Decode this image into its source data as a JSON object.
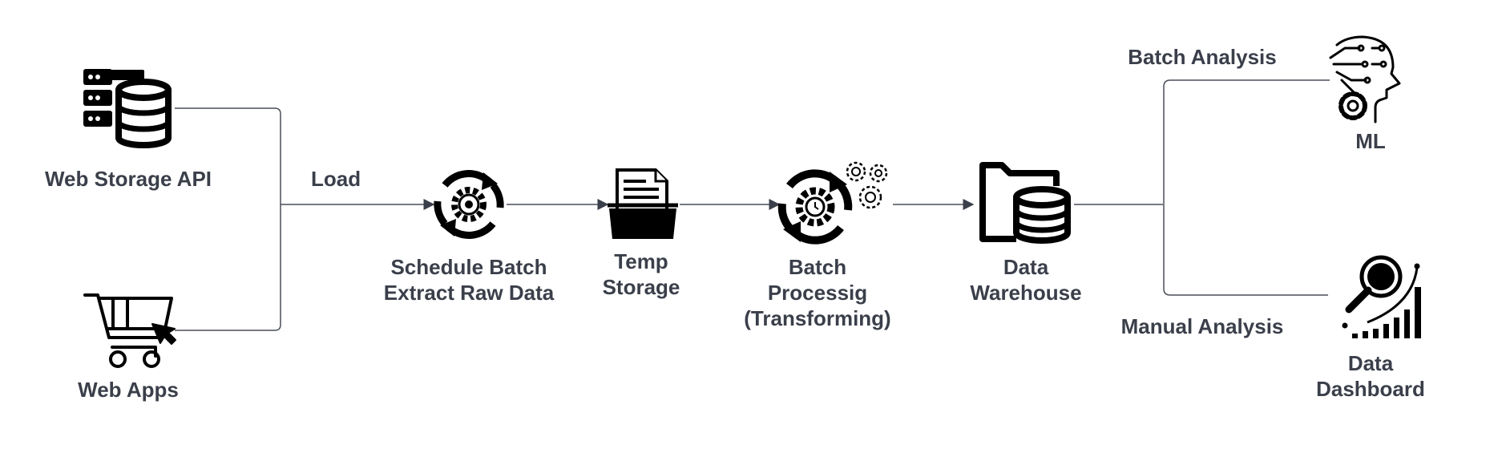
{
  "nodes": {
    "web_storage_api": {
      "label": "Web Storage API",
      "icon": "server-database-icon"
    },
    "web_apps": {
      "label": "Web Apps",
      "icon": "shopping-cart-icon"
    },
    "schedule_batch": {
      "line1": "Schedule Batch",
      "line2": "Extract Raw Data",
      "icon": "refresh-gear-icon"
    },
    "temp_storage": {
      "line1": "Temp",
      "line2": "Storage",
      "icon": "document-folder-icon"
    },
    "batch_processing": {
      "line1": "Batch",
      "line2": "Processig",
      "line3": "(Transforming)",
      "icon": "processing-gears-icon"
    },
    "data_warehouse": {
      "line1": "Data",
      "line2": "Warehouse",
      "icon": "folder-database-icon"
    },
    "ml": {
      "label": "ML",
      "icon": "ai-head-gear-icon"
    },
    "data_dashboard": {
      "line1": "Data",
      "line2": "Dashboard",
      "icon": "analytics-magnifier-icon"
    }
  },
  "edges": {
    "load": "Load",
    "batch_analysis": "Batch Analysis",
    "manual_analysis": "Manual Analysis"
  },
  "colors": {
    "text": "#3a3f4a",
    "line": "#4a4f58",
    "arrow": "#3a3f4a",
    "icon": "#000000"
  }
}
